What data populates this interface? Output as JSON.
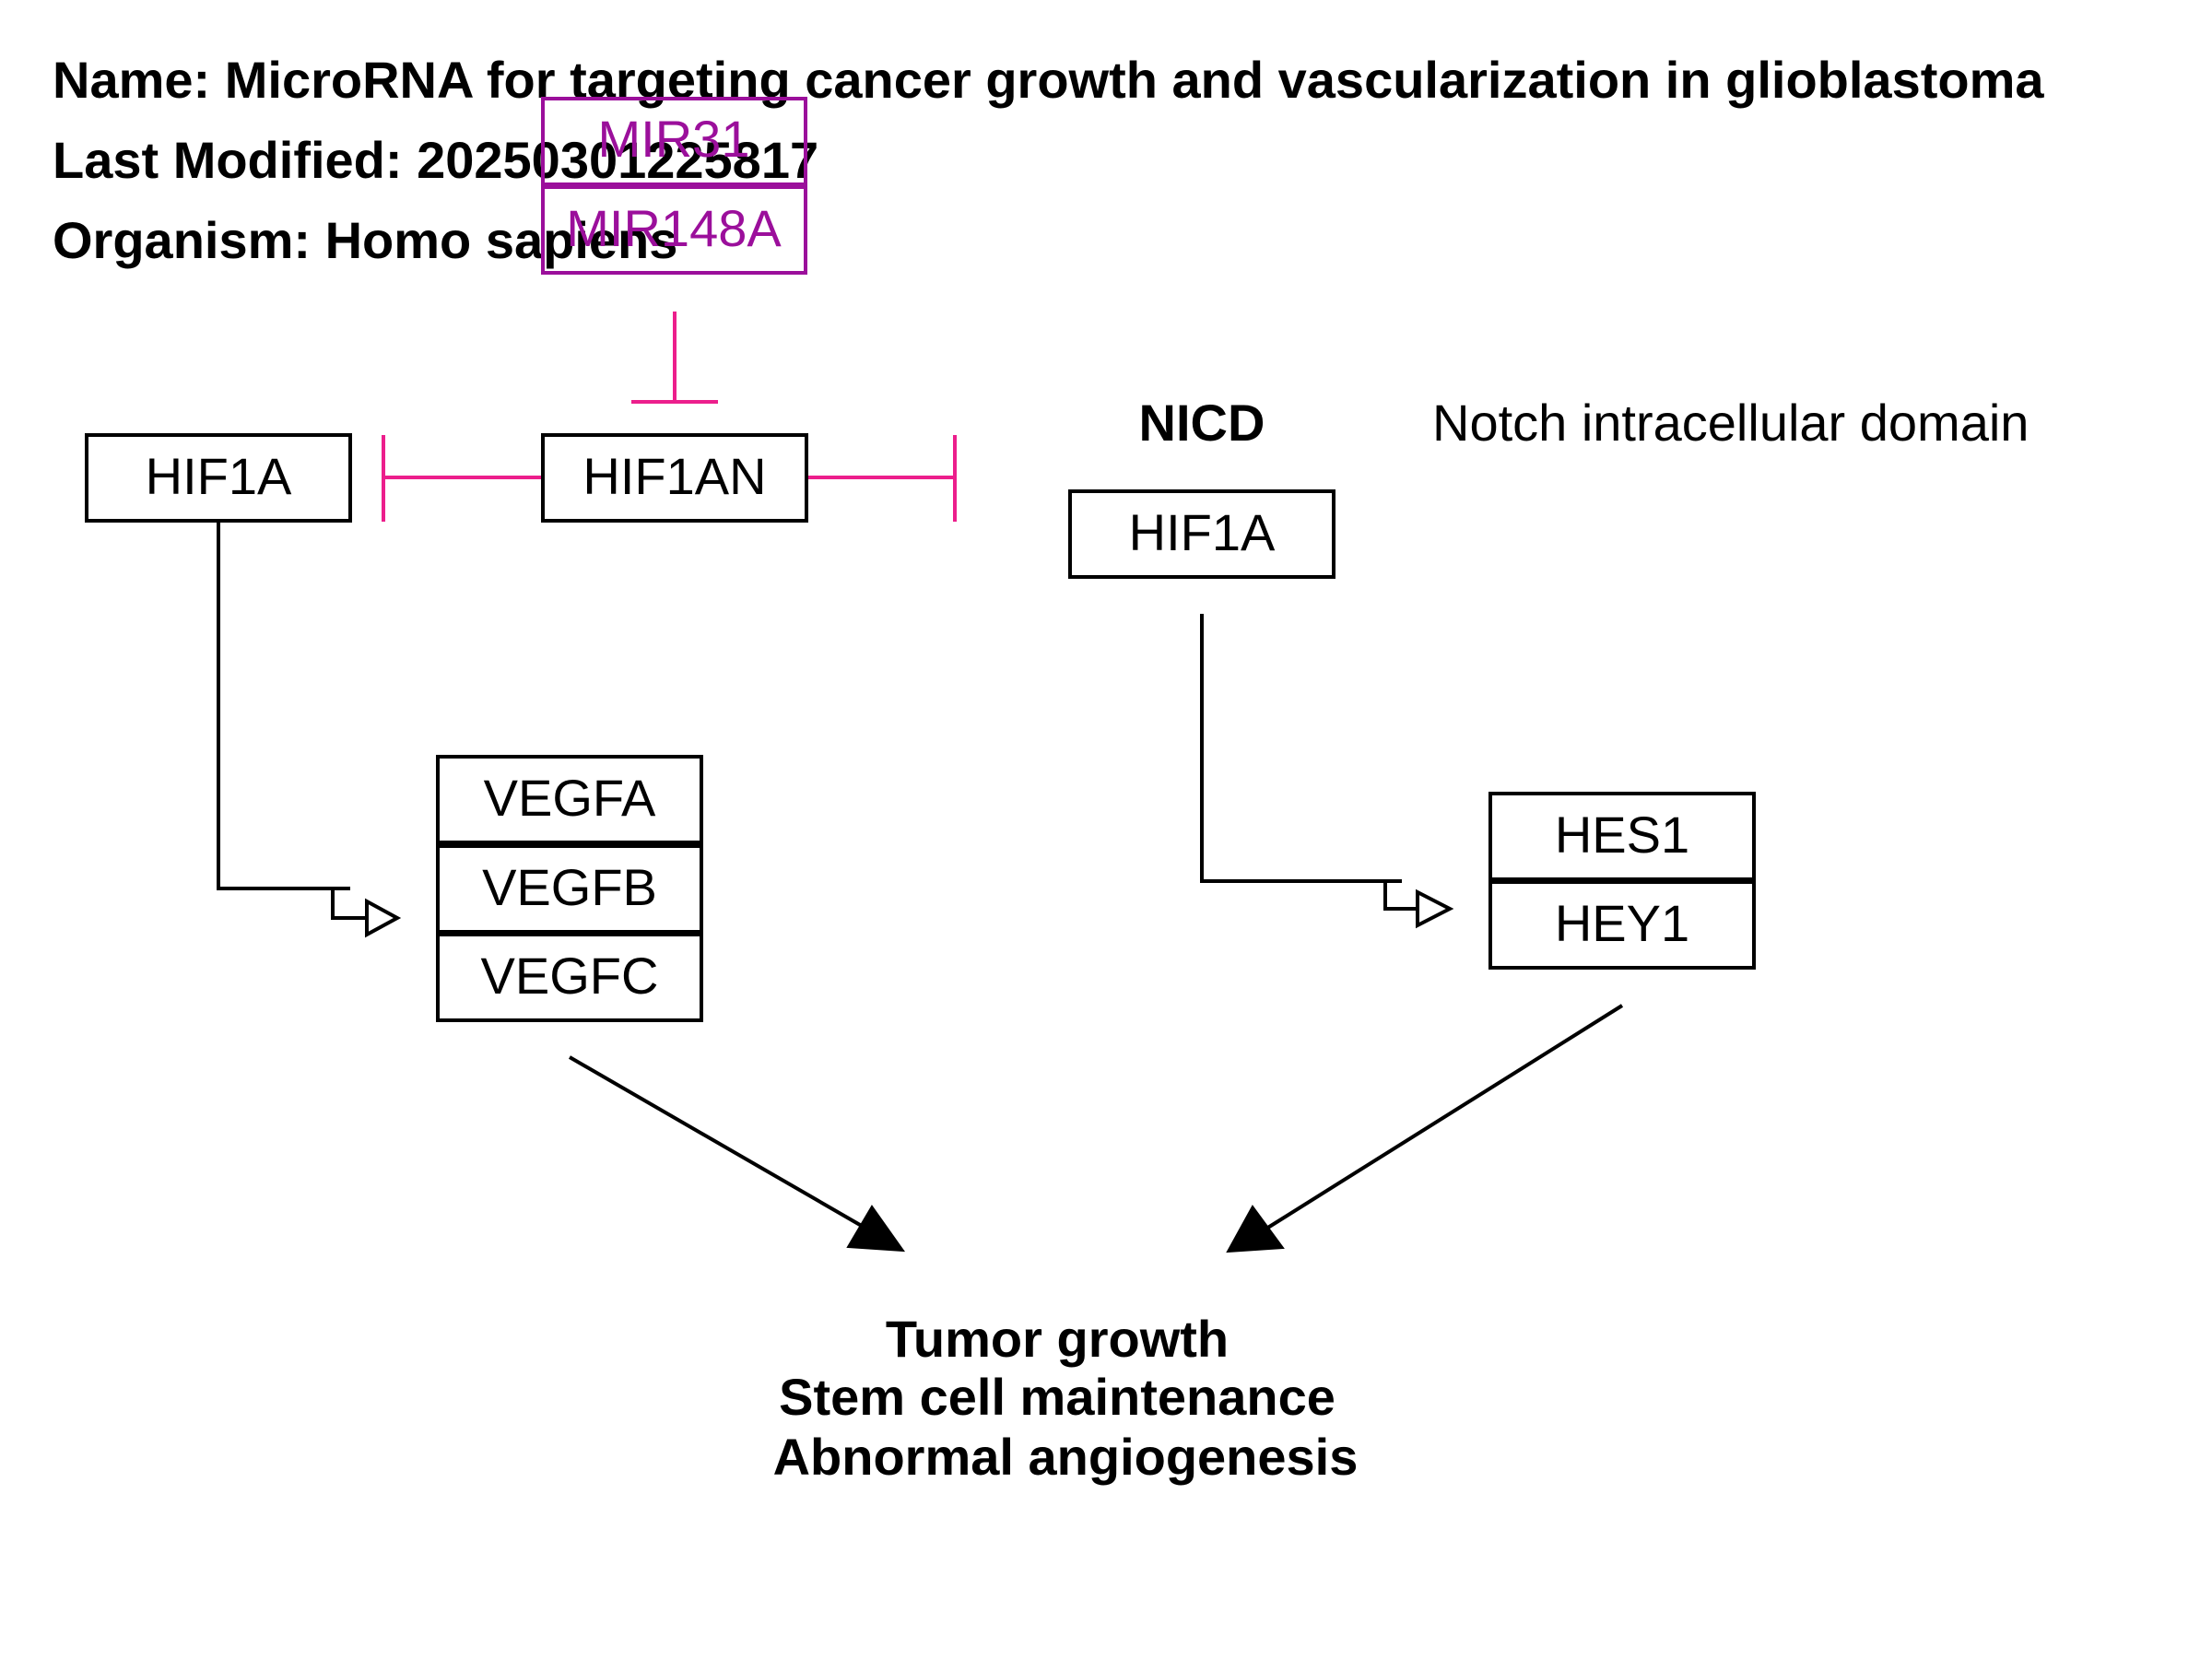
{
  "header": {
    "name": "Name: MicroRNA for targeting cancer growth and vascularization in glioblastoma",
    "last_modified": "Last Modified: 20250301225817",
    "organism": "Organism: Homo sapiens"
  },
  "nodes": {
    "mir31": "MIR31",
    "mir148a": "MIR148A",
    "hif1a_left": "HIF1A",
    "hif1an": "HIF1AN",
    "hif1a_right": "HIF1A",
    "vegfa": "VEGFA",
    "vegfb": "VEGFB",
    "vegfc": "VEGFC",
    "hes1": "HES1",
    "hey1": "HEY1"
  },
  "labels": {
    "nicd": "NICD",
    "notch": "Notch intracellular domain",
    "outcome_1": "Tumor growth",
    "outcome_2": "Stem cell maintenance",
    "outcome_3": "Abnormal angiogenesis"
  },
  "colors": {
    "mirna": "#9b0f9b",
    "inhibition": "#ec1e8c",
    "line": "#000000"
  }
}
